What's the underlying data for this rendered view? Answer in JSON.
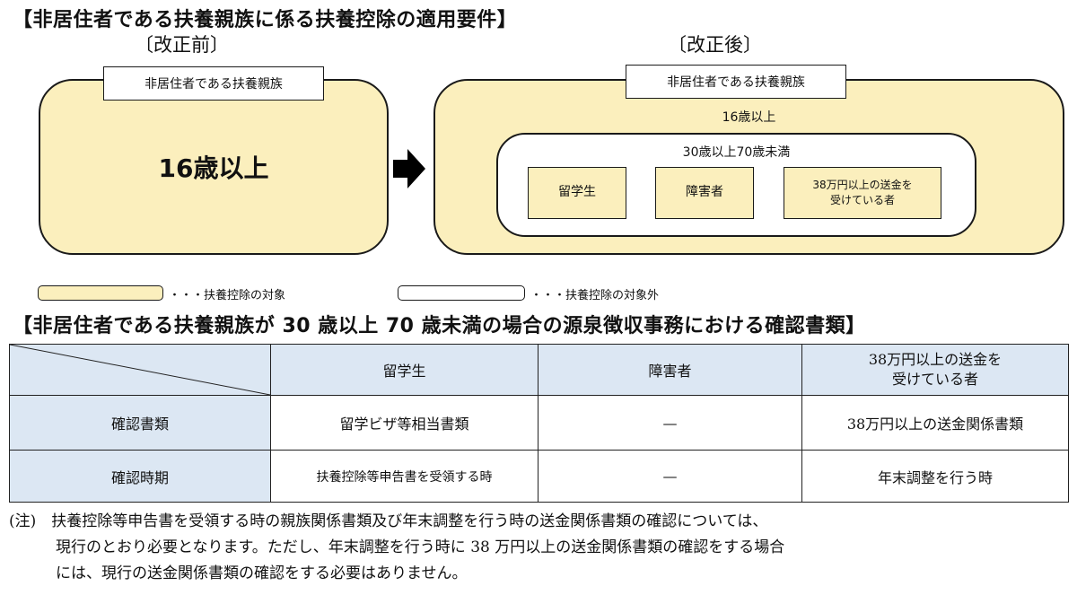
{
  "top_heading": "【非居住者である扶養親族に係る扶養控除の適用要件】",
  "before": {
    "label": "〔改正前〕",
    "tag": "非居住者である扶養親族",
    "main_text": "16歳以上"
  },
  "arrow_icon": "right-arrow-icon",
  "after": {
    "label": "〔改正後〕",
    "tag": "非居住者である扶養親族",
    "outer_text": "16歳以上",
    "inner_text": "30歳以上70歳未満",
    "items": [
      "留学生",
      "障害者",
      "38万円以上の送金を受けている者"
    ],
    "item3_line1": "38万円以上の送金を",
    "item3_line2": "受けている者"
  },
  "legend": {
    "target": "・・・扶養控除の対象",
    "non_target": "・・・扶養控除の対象外"
  },
  "colors": {
    "target_fill": "#fbefbd",
    "table_header_fill": "#dce7f3",
    "non_target_fill": "#ffffff"
  },
  "table_heading": "【非居住者である扶養親族が 30 歳以上 70 歳未満の場合の源泉徴収事務における確認書類】",
  "table": {
    "columns": [
      "留学生",
      "障害者",
      "38万円以上の送金を受けている者"
    ],
    "col3_line1": "38万円以上の送金を",
    "col3_line2": "受けている者",
    "rows": [
      {
        "label": "確認書類",
        "values": [
          "留学ビザ等相当書類",
          "—",
          "38万円以上の送金関係書類"
        ]
      },
      {
        "label": "確認時期",
        "values": [
          "扶養控除等申告書を受領する時",
          "—",
          "年末調整を行う時"
        ]
      }
    ]
  },
  "note": {
    "line1": "(注)　扶養控除等申告書を受領する時の親族関係書類及び年末調整を行う時の送金関係書類の確認については、",
    "line2": "現行のとおり必要となります。ただし、年末調整を行う時に 38 万円以上の送金関係書類の確認をする場合",
    "line3": "には、現行の送金関係書類の確認をする必要はありません。"
  }
}
